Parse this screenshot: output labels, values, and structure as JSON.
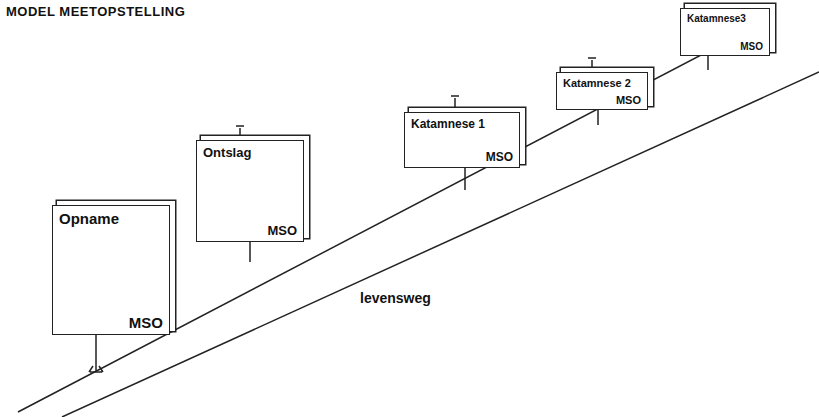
{
  "diagram": {
    "title": "MODEL MEETOPSTELLING",
    "nodes": [
      {
        "text": [
          "Opname",
          "MSO"
        ]
      },
      {
        "text": [
          "Ontslag",
          "MSO"
        ]
      },
      {
        "text": [
          "Katamnese 1",
          "MSO"
        ]
      },
      {
        "text": [
          "Katamnese 2",
          "MSO"
        ]
      },
      {
        "text": [
          "Katamnese3",
          "MSO"
        ]
      }
    ],
    "labels": [
      "levensweg"
    ]
  }
}
